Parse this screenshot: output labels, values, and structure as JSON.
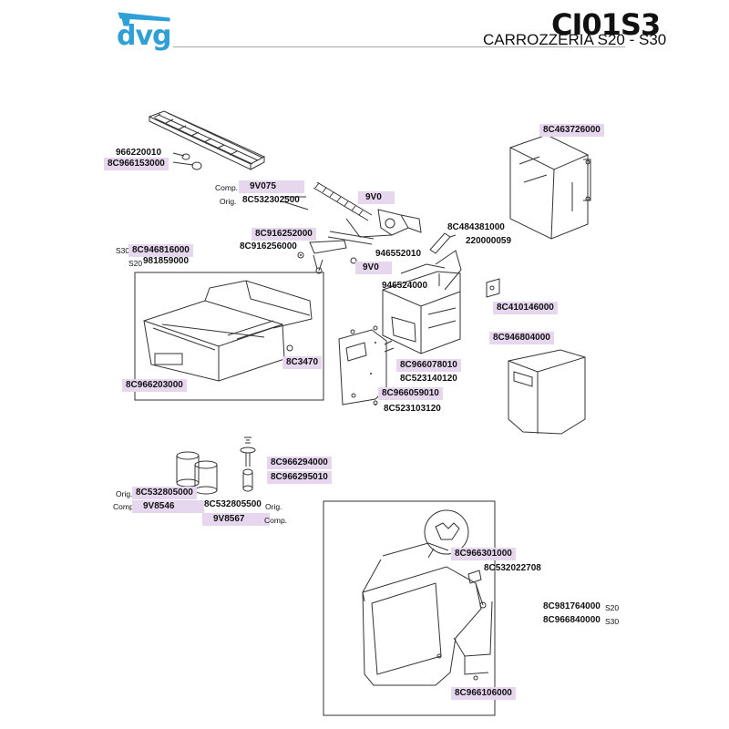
{
  "header": {
    "brand": "dvg",
    "code": "CI01S3",
    "subtitle": "CARROZZERIA S20 - S30"
  },
  "parts": {
    "p966220010": "966220010",
    "p8C966153000": "8C966153000",
    "comp1": "Comp.",
    "p9V075": "9V075",
    "orig1": "Orig.",
    "p8C532302500": "8C532302500",
    "p9V0a": "9V0",
    "p8C916252000": "8C916252000",
    "p8C916256000": "8C916256000",
    "p9V0b": "9V0",
    "p946552010": "946552010",
    "p8C484381000": "8C484381000",
    "p220000059": "220000059",
    "p8C463726000": "8C463726000",
    "s30a": "S30",
    "p8C946816000": "8C946816000",
    "s20a": "S20",
    "p981859000": "981859000",
    "p946524000": "946524000",
    "p8C410146000": "8C410146000",
    "p8C3470": "8C3470",
    "p8C966203000": "8C966203000",
    "p8C966078010": "8C966078010",
    "p8C523140120": "8C523140120",
    "p8C966059010": "8C966059010",
    "p8C523103120": "8C523103120",
    "p8C946804000": "8C946804000",
    "p8C966294000": "8C966294000",
    "p8C966295010": "8C966295010",
    "orig2": "Orig.",
    "p8C532805000": "8C532805000",
    "comp2": "Comp.",
    "p9V8546": "9V8546",
    "p8C532805500": "8C532805500",
    "orig3": "Orig.",
    "p9V8567": "9V8567",
    "comp3": "Comp.",
    "p8C966301000": "8C966301000",
    "p8C532022708": "8C532022708",
    "p8C981764000": "8C981764000",
    "s20b": "S20",
    "p8C966840000": "8C966840000",
    "s30b": "S30",
    "p8C966106000": "8C966106000"
  }
}
